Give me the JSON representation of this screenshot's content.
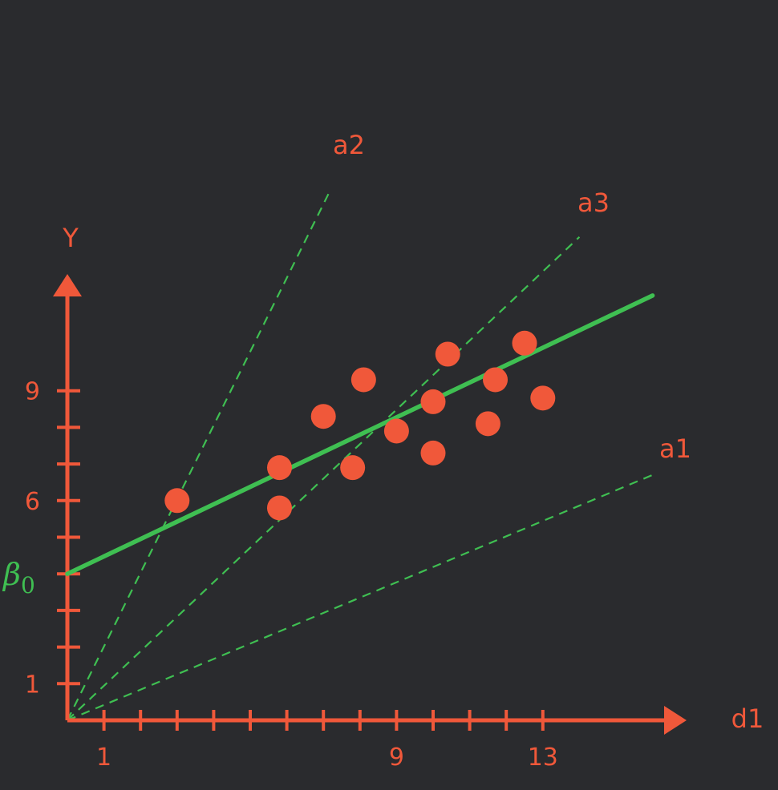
{
  "chart_data": {
    "type": "scatter",
    "colors": {
      "background": "#2a2b2e",
      "axis": "#f0583a",
      "points": "#f0583a",
      "fit_line": "#3fbf52",
      "reference_lines": "#3fbf52"
    },
    "xlabel": "d1",
    "ylabel": "Y",
    "xlim": [
      0,
      16
    ],
    "ylim": [
      0,
      12
    ],
    "x_ticks": [
      1,
      2,
      3,
      4,
      5,
      6,
      7,
      8,
      9,
      10,
      11,
      12,
      13
    ],
    "y_ticks": [
      1,
      2,
      3,
      4,
      5,
      6,
      7,
      8,
      9
    ],
    "x_tick_labels": [
      {
        "value": 1,
        "text": "1"
      },
      {
        "value": 9,
        "text": "9"
      },
      {
        "value": 13,
        "text": "13"
      }
    ],
    "y_tick_labels": [
      {
        "value": 1,
        "text": "1"
      },
      {
        "value": 6,
        "text": "6"
      },
      {
        "value": 9,
        "text": "9"
      }
    ],
    "intercept_label": {
      "text": "β",
      "subscript": "0",
      "y": 4
    },
    "points": [
      {
        "x": 3.0,
        "y": 6.0
      },
      {
        "x": 5.8,
        "y": 6.9
      },
      {
        "x": 5.8,
        "y": 5.8
      },
      {
        "x": 7.0,
        "y": 8.3
      },
      {
        "x": 7.8,
        "y": 6.9
      },
      {
        "x": 8.1,
        "y": 9.3
      },
      {
        "x": 9.0,
        "y": 7.9
      },
      {
        "x": 10.0,
        "y": 8.7
      },
      {
        "x": 10.0,
        "y": 7.3
      },
      {
        "x": 10.4,
        "y": 10.0
      },
      {
        "x": 11.5,
        "y": 8.1
      },
      {
        "x": 11.7,
        "y": 9.3
      },
      {
        "x": 12.5,
        "y": 10.3
      },
      {
        "x": 13.0,
        "y": 8.8
      }
    ],
    "fit_line": {
      "x": [
        0,
        16
      ],
      "y": [
        4.0,
        11.6
      ]
    },
    "reference_lines": [
      {
        "name": "a1",
        "x": [
          0,
          16
        ],
        "y": [
          0,
          6.7
        ]
      },
      {
        "name": "a2",
        "x": [
          0,
          7.2
        ],
        "y": [
          0,
          14.5
        ]
      },
      {
        "name": "a3",
        "x": [
          0,
          14.0
        ],
        "y": [
          0,
          13.2
        ]
      }
    ],
    "grid": false
  }
}
